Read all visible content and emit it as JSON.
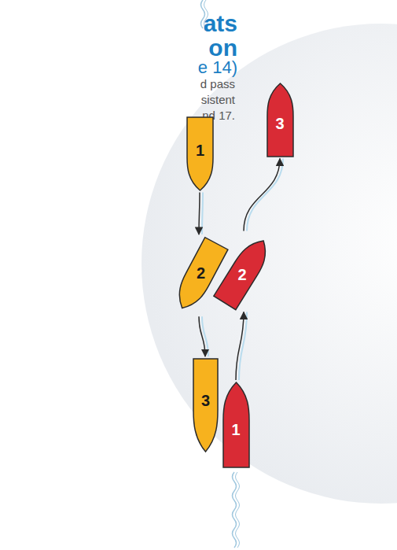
{
  "diagram": {
    "title": "ats on",
    "nodes": [
      {
        "text": [
          "1"
        ]
      },
      {
        "text": [
          "2"
        ]
      },
      {
        "text": [
          "3"
        ]
      },
      {
        "text": [
          "1"
        ]
      },
      {
        "text": [
          "2"
        ]
      },
      {
        "text": [
          "3"
        ]
      }
    ],
    "edges": [
      {
        "from": 0,
        "to": 1,
        "arrow": "to"
      },
      {
        "from": 1,
        "to": 2,
        "arrow": "to"
      },
      {
        "from": 3,
        "to": 4,
        "arrow": "to"
      },
      {
        "from": 4,
        "to": 5,
        "arrow": "to"
      }
    ],
    "labels": [
      "e 14)",
      "d pass sistent nd 17."
    ]
  }
}
